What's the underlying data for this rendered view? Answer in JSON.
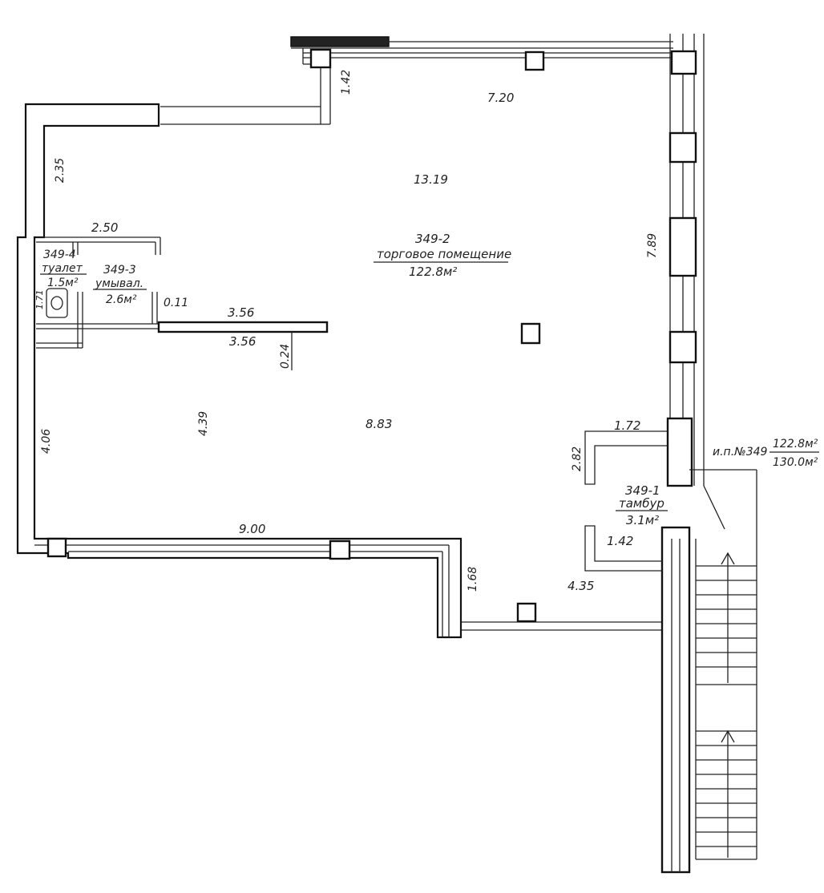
{
  "dimensions": {
    "d_720": "7.20",
    "d_142_top": "1.42",
    "d_1319": "13.19",
    "d_235": "2.35",
    "d_250": "2.50",
    "d_789": "7.89",
    "d_011": "0.11",
    "d_356_a": "3.56",
    "d_356_b": "3.56",
    "d_024": "0.24",
    "d_171": "1.71",
    "d_439": "4.39",
    "d_883": "8.83",
    "d_406": "4.06",
    "d_900": "9.00",
    "d_168": "1.68",
    "d_435": "4.35",
    "d_172": "1.72",
    "d_282": "2.82",
    "d_142_bottom": "1.42"
  },
  "rooms": {
    "r2": {
      "code": "349-2",
      "name": "торговое помещение",
      "area": "122.8м²"
    },
    "r3": {
      "code": "349-3",
      "name": "умывал.",
      "area": "2.6м²"
    },
    "r4": {
      "code": "349-4",
      "name": "туалет",
      "area": "1.5м²"
    },
    "r1": {
      "code": "349-1",
      "name": "тамбур",
      "area": "3.1м²"
    }
  },
  "summary": {
    "unit": "и.п.№349",
    "area_main": "122.8м²",
    "area_total": "130.0м²"
  }
}
